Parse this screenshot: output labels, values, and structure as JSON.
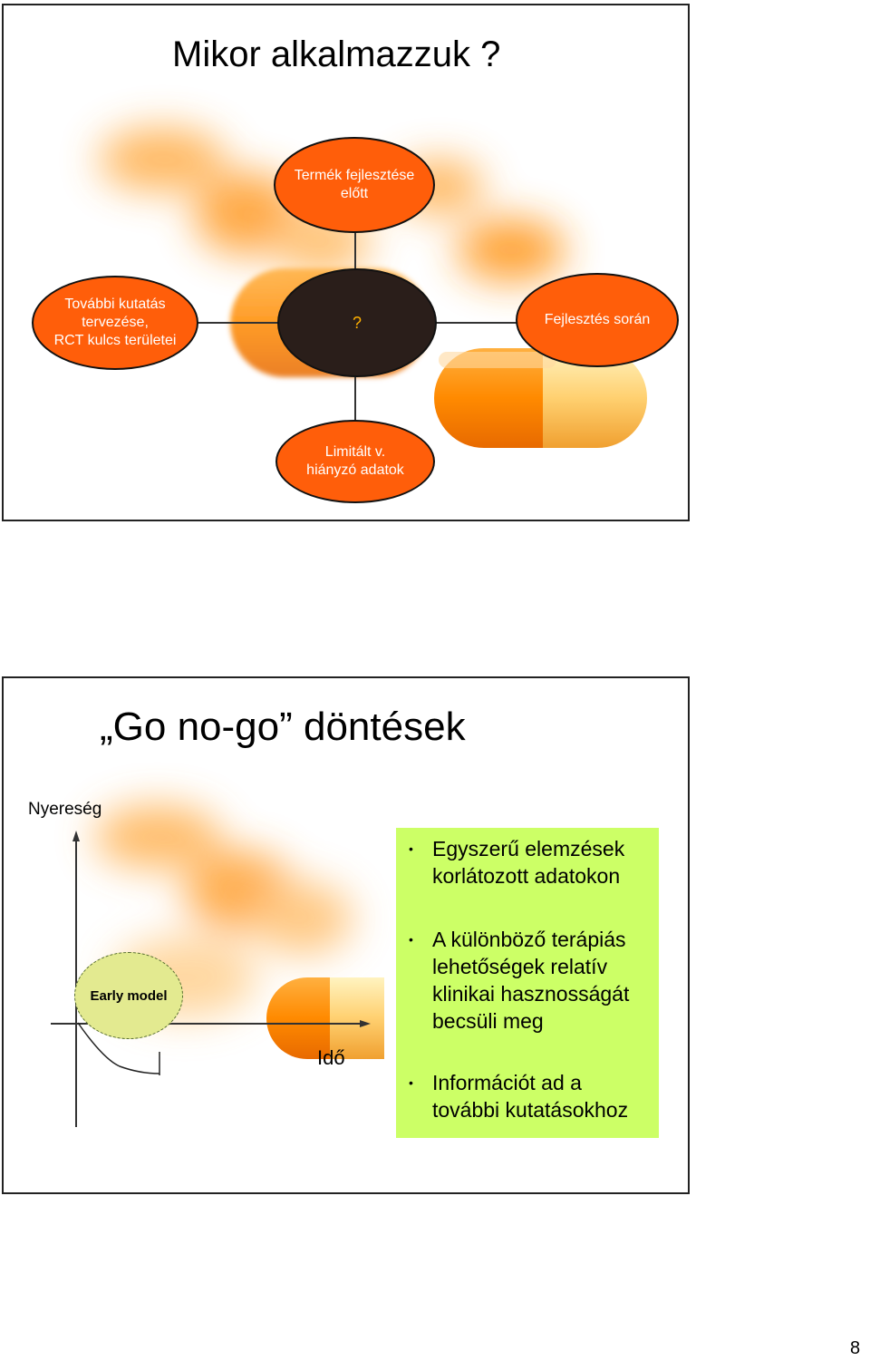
{
  "slide1": {
    "title": "Mikor alkalmazzuk ?",
    "center": "?",
    "top_bubble": {
      "line1": "Termék fejlesztése",
      "line2": "előtt"
    },
    "left_bubble": {
      "line1": "További kutatás",
      "line2": "tervezése,",
      "line3": "RCT kulcs területei"
    },
    "right_bubble": "Fejlesztés során",
    "bottom_bubble": {
      "line1": "Limitált v.",
      "line2": "hiányzó adatok"
    }
  },
  "slide2": {
    "title": "„Go no-go” döntések",
    "y_axis_label": "Nyereség",
    "x_axis_label": "Idő",
    "early_model": "Early model",
    "bullet_marker": "•",
    "bullets": [
      {
        "line1": "Egyszerű elemzések",
        "line2": "korlátozott adatokon"
      },
      {
        "line1": "A különböző terápiás",
        "line2": "lehetőségek relatív",
        "line3": "klinikai hasznosságát",
        "line4": "becsüli meg"
      },
      {
        "line1": "Információt ad a",
        "line2": "további kutatásokhoz"
      }
    ]
  },
  "page_number": "8",
  "colors": {
    "bubble": "#ff5e0a",
    "center": "#2a1e1a",
    "center_text": "#ffb000",
    "green_box": "#ccff66"
  }
}
